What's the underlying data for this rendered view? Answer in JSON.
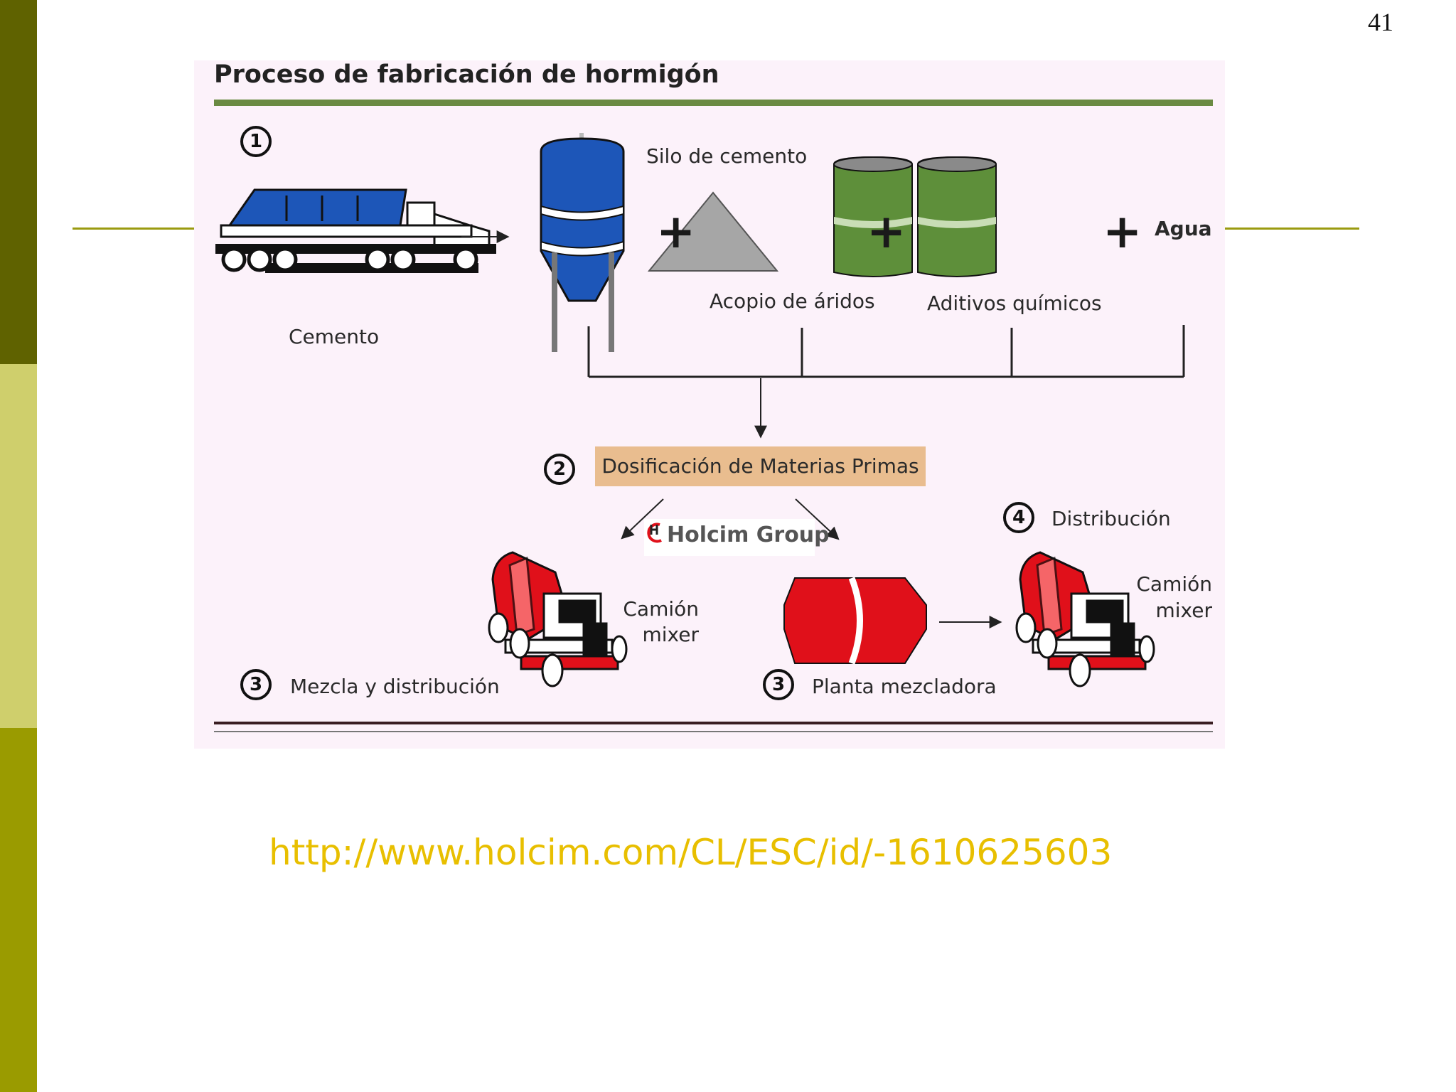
{
  "slide": {
    "page_number": "41",
    "url": "http://www.holcim.com/CL/ESC/id/-1610625603"
  },
  "figure": {
    "title": "Proceso de fabricación de hormigón",
    "steps": {
      "one": "1",
      "two": "2",
      "three_a": "3",
      "three_b": "3",
      "four": "4"
    },
    "labels": {
      "silo": "Silo de cemento",
      "cemento": "Cemento",
      "acopio": "Acopio de áridos",
      "aditivos": "Aditivos químicos",
      "agua": "Agua",
      "dosificacion": "Dosificación de Materias Primas",
      "camion1_line1": "Camión",
      "camion1_line2": "mixer",
      "camion2_line1": "Camión",
      "camion2_line2": "mixer",
      "distribucion": "Distribución",
      "mezcla": "Mezcla y distribución",
      "planta": "Planta mezcladora"
    },
    "plus_sign": "+",
    "logo_text": "Holcim Group"
  },
  "colors": {
    "bar_dark": "#5f6200",
    "bar_light": "#cfcf6c",
    "bar_mid": "#9a9b00",
    "silo_blue": "#1d56b8",
    "barrel_green": "#5e8f3a",
    "mixer_red": "#e0101a",
    "sand_gray": "#a6a6a6",
    "url_yellow": "#e8bf00"
  }
}
